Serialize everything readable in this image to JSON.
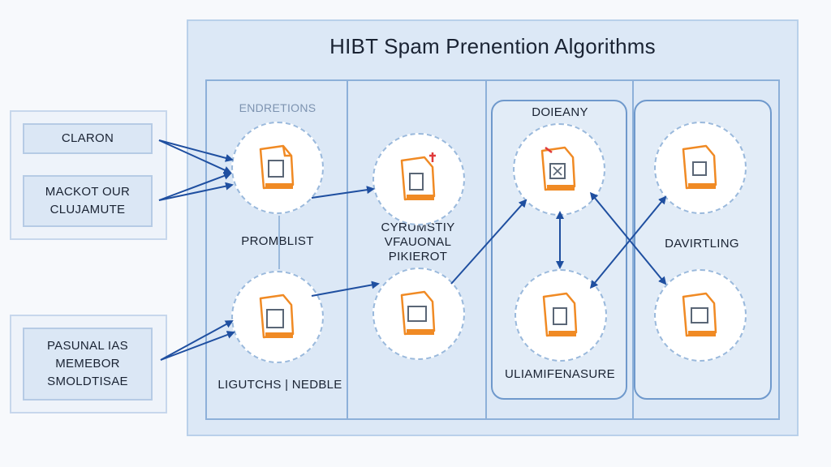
{
  "title": "HIBT Spam Prenention Algorithms",
  "sidebar": {
    "top_boxes": [
      "CLARON",
      "MACKOT OUR\nCLUJAMUTE"
    ],
    "bottom_box": "PASUNAL IAS\nMEMEBOR\nSMOLDTISAE"
  },
  "columns": {
    "col1": {
      "header": "ENDRETIONS",
      "middle": "PROMBLIST",
      "bottom": "LIGUTCHS | NEDBLE"
    },
    "col2": {
      "middle": "CYRUMSTIY\nVFAUONAL\nPIKIEROT"
    },
    "col3": {
      "header": "DOIEANY",
      "bottom": "ULIAMIFENASURE"
    },
    "col4": {
      "middle": "DAVIRTLING"
    }
  },
  "icons": {
    "doc_icon": "document-icon",
    "accent_color": "#f08a24",
    "arrow_color": "#1f4fa0",
    "mark_color": "#e03a3a"
  }
}
